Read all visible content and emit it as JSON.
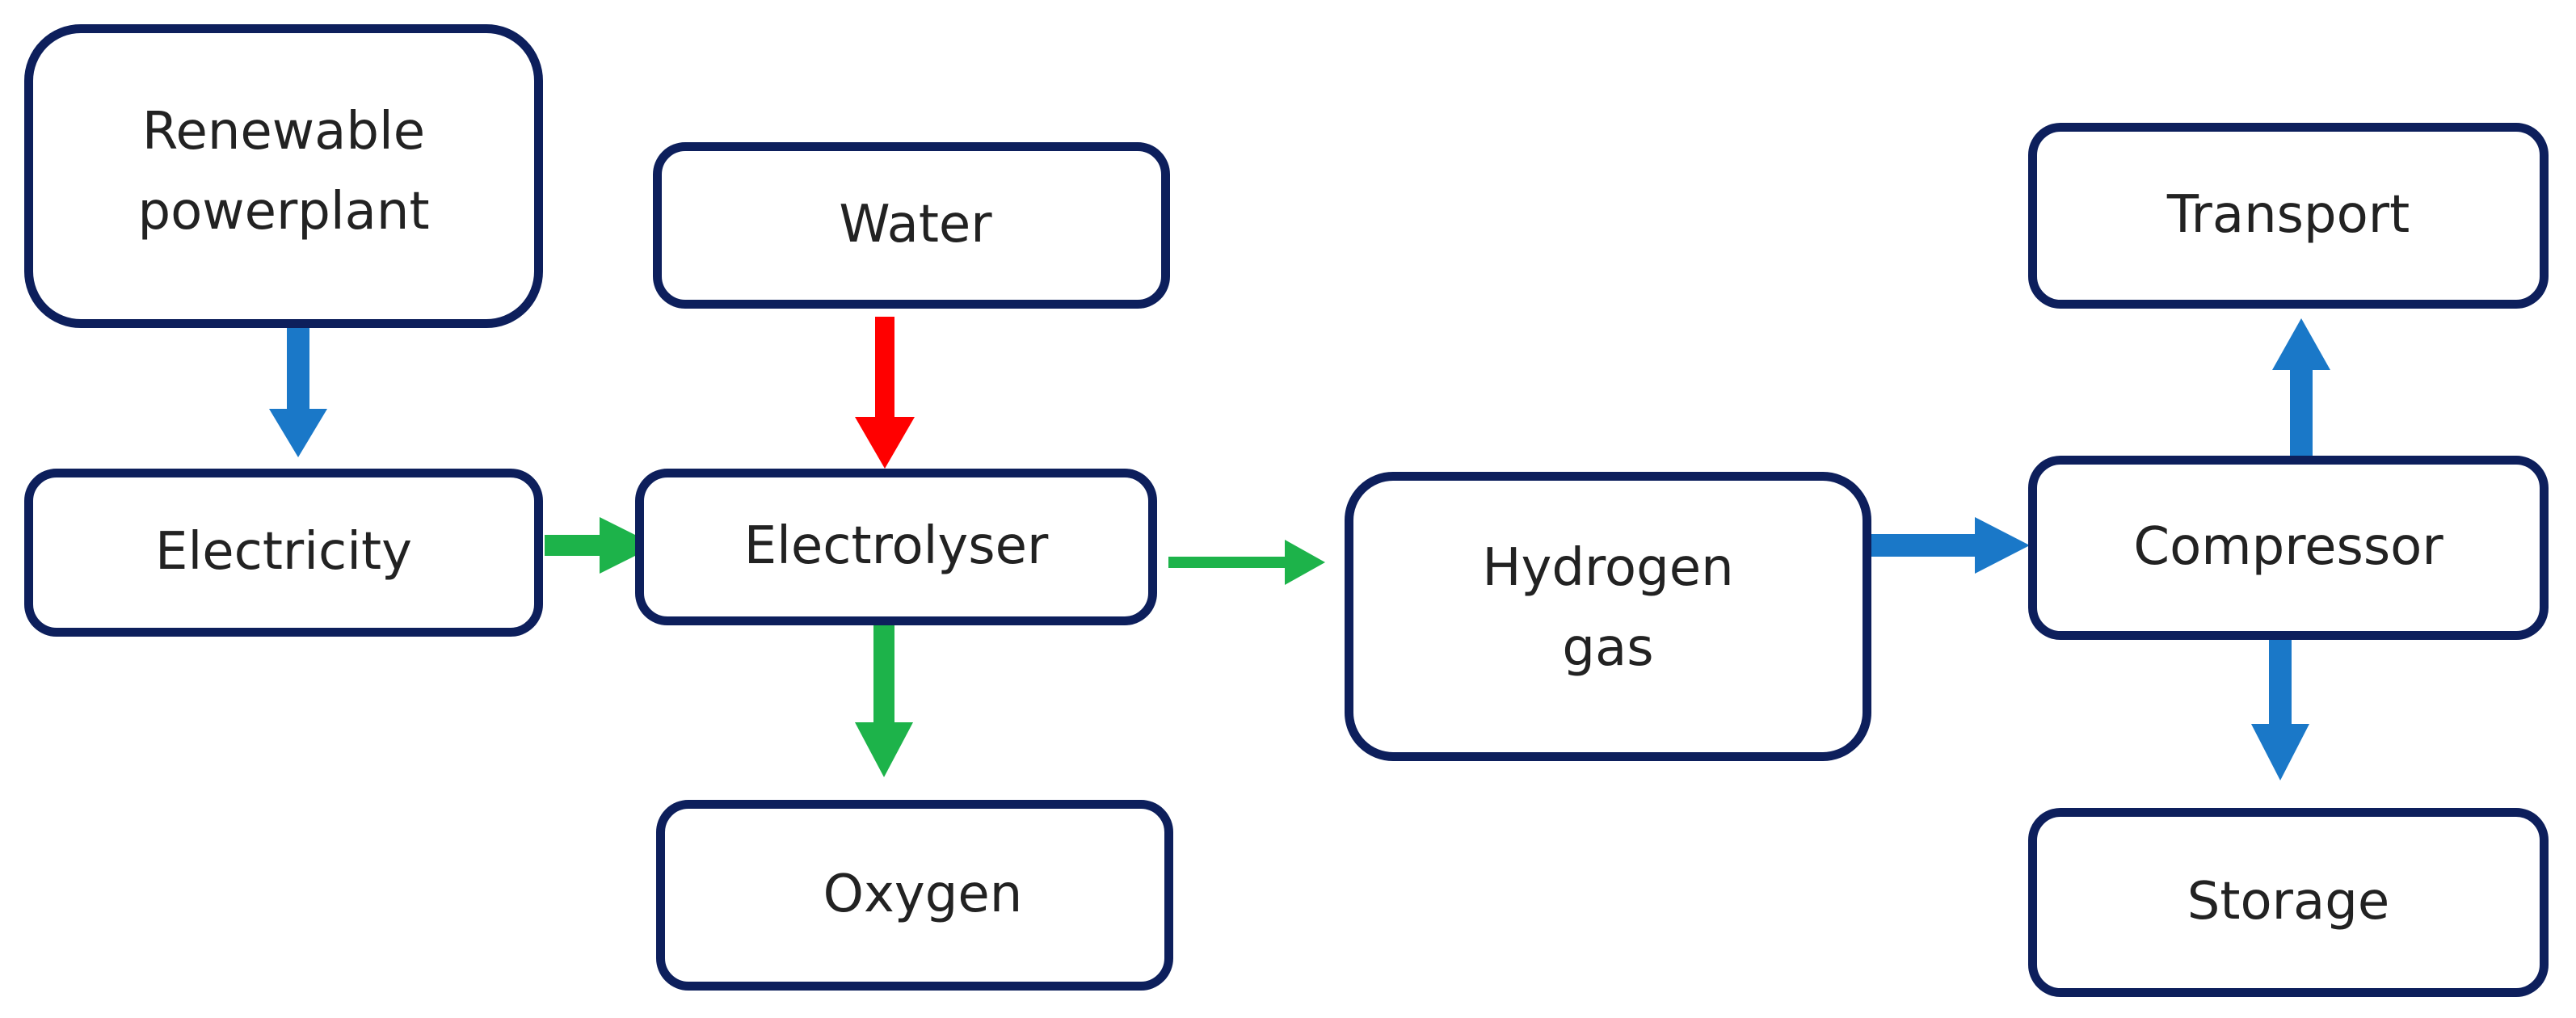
{
  "nodes": {
    "renewable_powerplant": "Renewable\npowerplant",
    "water": "Water",
    "electricity": "Electricity",
    "electrolyser": "Electrolyser",
    "oxygen": "Oxygen",
    "hydrogen_gas": "Hydrogen\ngas",
    "transport": "Transport",
    "compressor": "Compressor",
    "storage": "Storage"
  },
  "colors": {
    "box_border": "#0d1f5c",
    "arrow_blue": "#1a78c8",
    "arrow_red": "#ff0000",
    "arrow_green": "#1db34a"
  },
  "edges": [
    {
      "from": "renewable_powerplant",
      "to": "electricity",
      "color": "blue"
    },
    {
      "from": "water",
      "to": "electrolyser",
      "color": "red"
    },
    {
      "from": "electricity",
      "to": "electrolyser",
      "color": "green"
    },
    {
      "from": "electrolyser",
      "to": "oxygen",
      "color": "green"
    },
    {
      "from": "electrolyser",
      "to": "hydrogen_gas",
      "color": "green"
    },
    {
      "from": "hydrogen_gas",
      "to": "compressor",
      "color": "blue"
    },
    {
      "from": "compressor",
      "to": "transport",
      "color": "blue"
    },
    {
      "from": "compressor",
      "to": "storage",
      "color": "blue"
    }
  ]
}
